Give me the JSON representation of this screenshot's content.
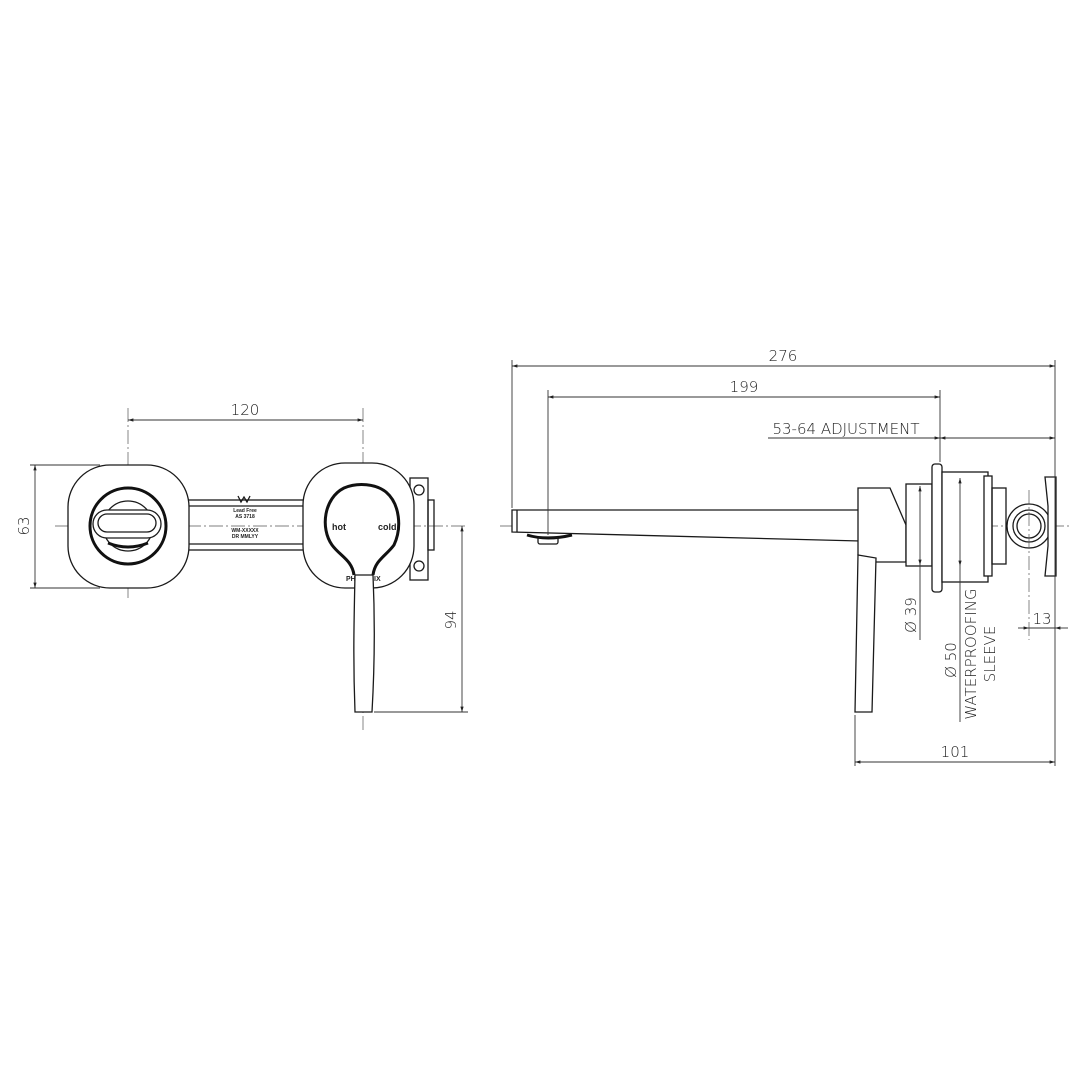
{
  "front_view": {
    "dim_width": "120",
    "dim_height": "63",
    "dim_lever_drop": "94",
    "label_hot": "hot",
    "label_cold": "cold",
    "brand_left": "PH",
    "brand_right": "IX",
    "stamp": {
      "line1": "Lead Free",
      "line2": "AS 3718",
      "line3": "WM-XXXXX",
      "line4": "DR MMLYY"
    }
  },
  "side_view": {
    "dim_overall": "276",
    "dim_spout": "199",
    "dim_adjustment": "53-64 ADJUSTMENT",
    "dim_flange_dia": "Ø 39",
    "dim_sleeve_dia": "Ø 50",
    "sleeve_label_1": "WATERPROOFING",
    "sleeve_label_2": "SLEEVE",
    "dim_small": "13",
    "dim_projection": "101"
  }
}
